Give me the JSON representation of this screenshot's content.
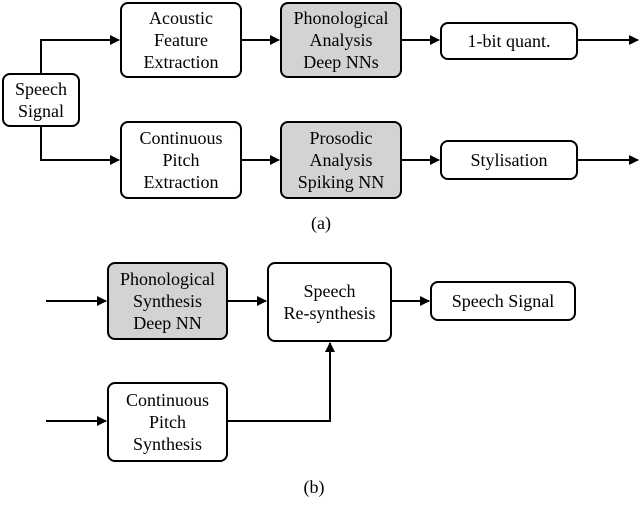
{
  "diagram_a": {
    "speech_signal": [
      "Speech",
      "Signal"
    ],
    "acoustic_feature": [
      "Acoustic",
      "Feature",
      "Extraction"
    ],
    "phonological_analysis": [
      "Phonological",
      "Analysis",
      "Deep NNs"
    ],
    "quant": [
      "1-bit quant."
    ],
    "continuous_pitch": [
      "Continuous",
      "Pitch",
      "Extraction"
    ],
    "prosodic_analysis": [
      "Prosodic",
      "Analysis",
      "Spiking NN"
    ],
    "stylisation": [
      "Stylisation"
    ],
    "caption": "(a)"
  },
  "diagram_b": {
    "phonological_synthesis": [
      "Phonological",
      "Synthesis",
      "Deep NN"
    ],
    "speech_resynthesis": [
      "Speech",
      "Re-synthesis"
    ],
    "speech_signal_out": [
      "Speech Signal"
    ],
    "pitch_synthesis": [
      "Continuous",
      "Pitch",
      "Synthesis"
    ],
    "caption": "(b)"
  },
  "colors": {
    "shaded_fill": "#d3d3d3",
    "stroke": "#000000"
  }
}
